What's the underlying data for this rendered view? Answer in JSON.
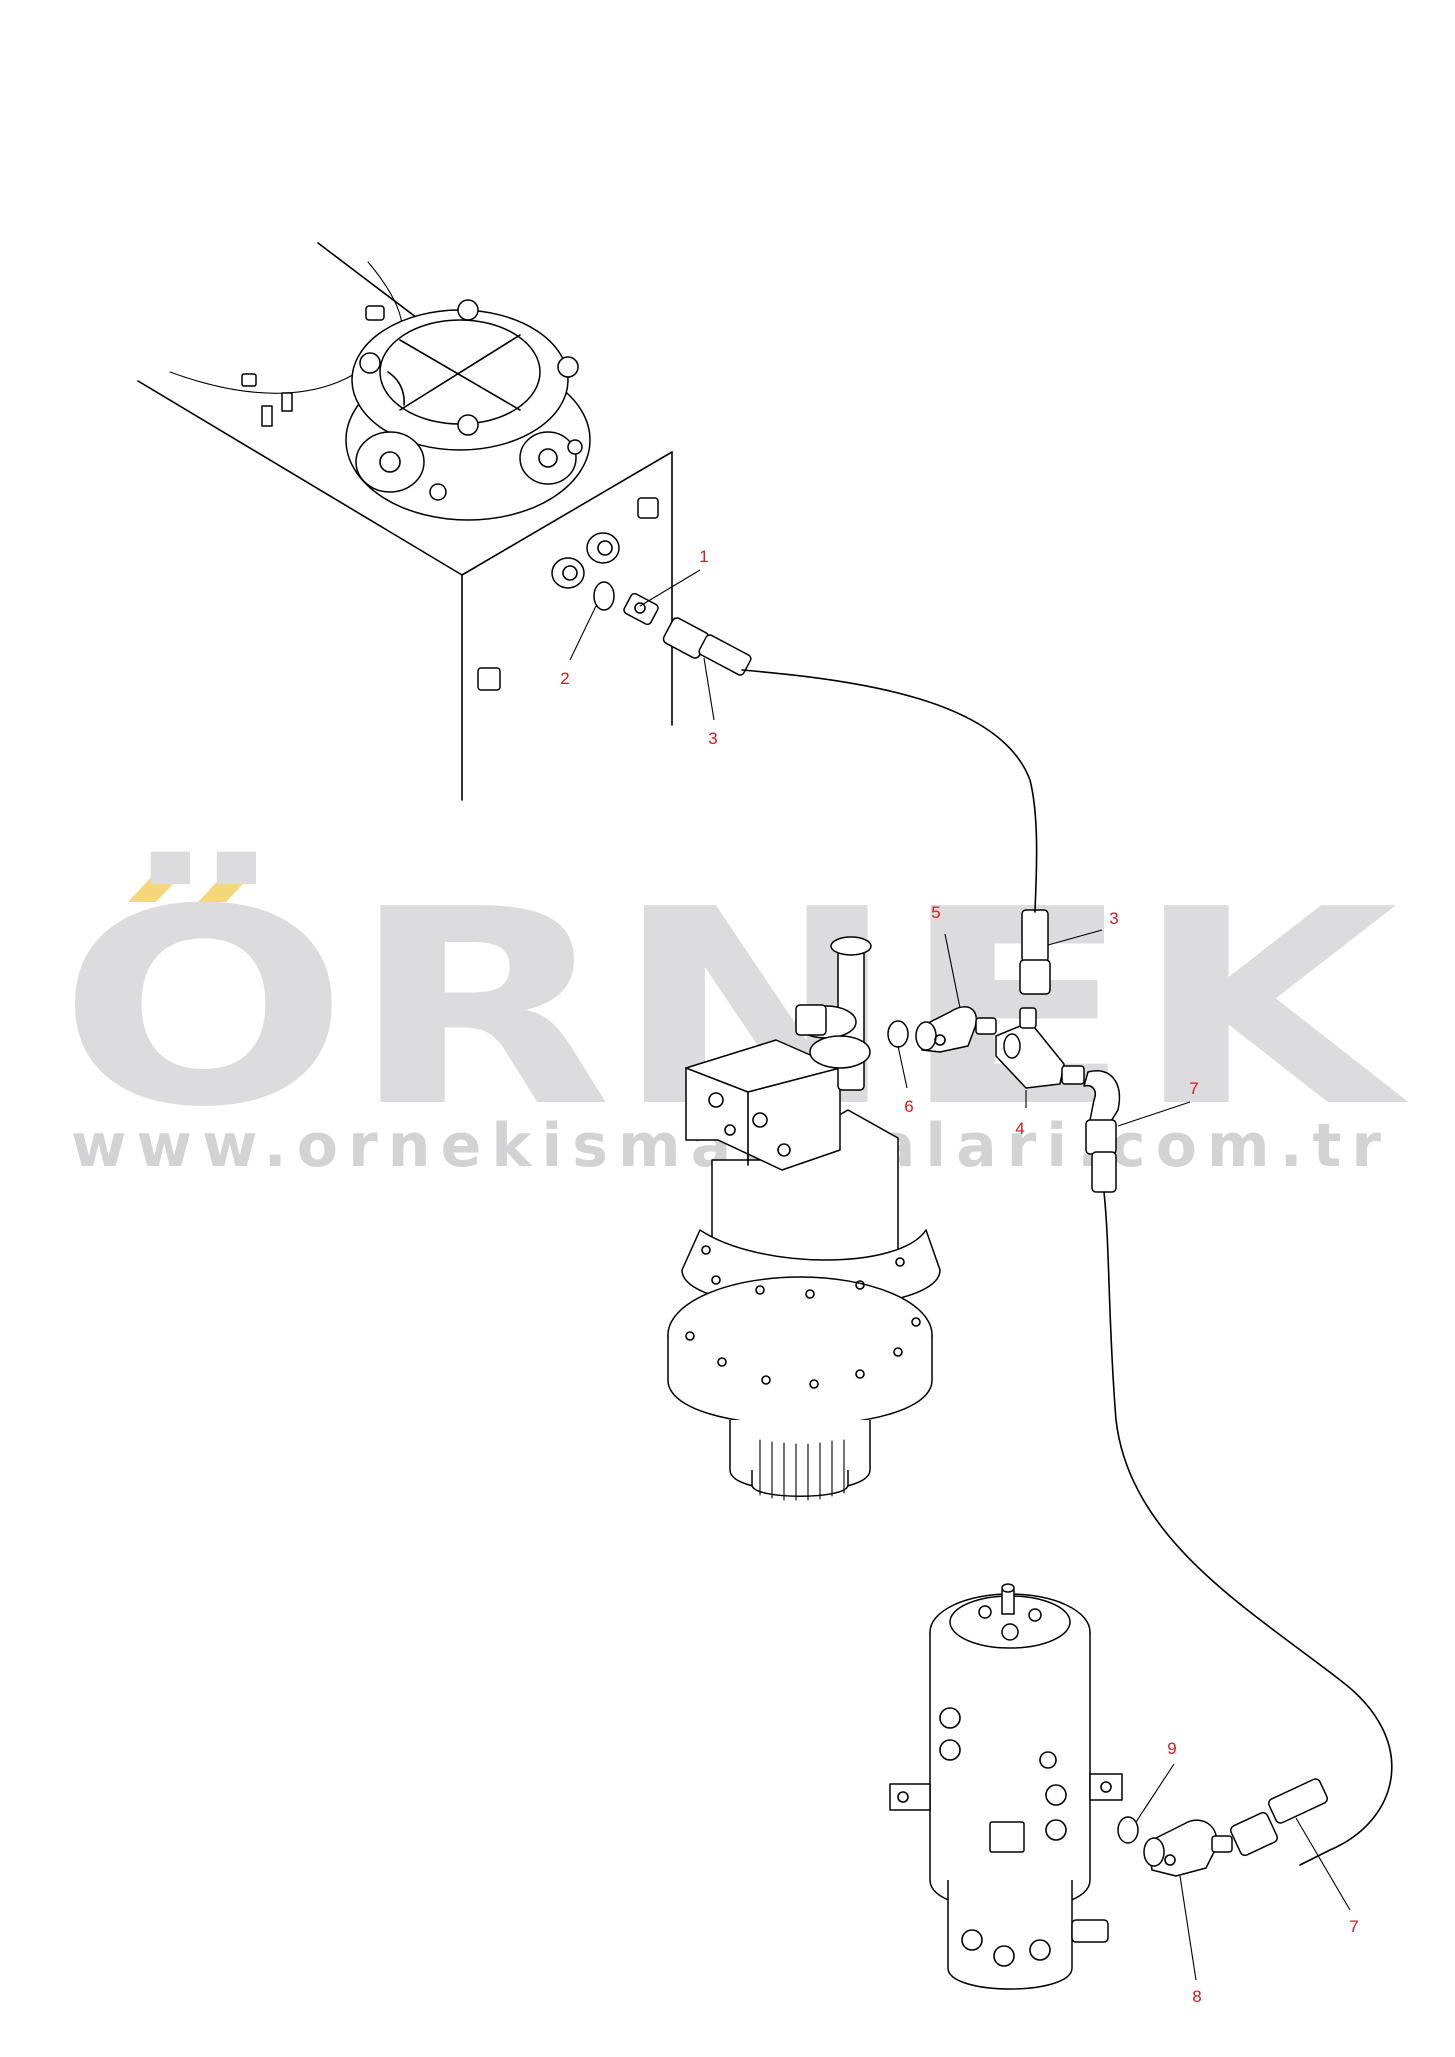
{
  "watermark": {
    "title": "ÖRNEK",
    "url": "www.ornekismakinalari.com.tr",
    "colors": {
      "title": "#dcdcde",
      "accent": "#f5d77a",
      "url": "#d3d3d5"
    }
  },
  "callouts": [
    {
      "id": "c1",
      "label": "1"
    },
    {
      "id": "c2",
      "label": "2"
    },
    {
      "id": "c3a",
      "label": "3"
    },
    {
      "id": "c3b",
      "label": "3"
    },
    {
      "id": "c4",
      "label": "4"
    },
    {
      "id": "c5",
      "label": "5"
    },
    {
      "id": "c6",
      "label": "6"
    },
    {
      "id": "c7a",
      "label": "7"
    },
    {
      "id": "c7b",
      "label": "7"
    },
    {
      "id": "c8",
      "label": "8"
    },
    {
      "id": "c9",
      "label": "9"
    }
  ],
  "colors": {
    "line": "#000000",
    "callout": "#d61a1a",
    "background": "#ffffff"
  }
}
